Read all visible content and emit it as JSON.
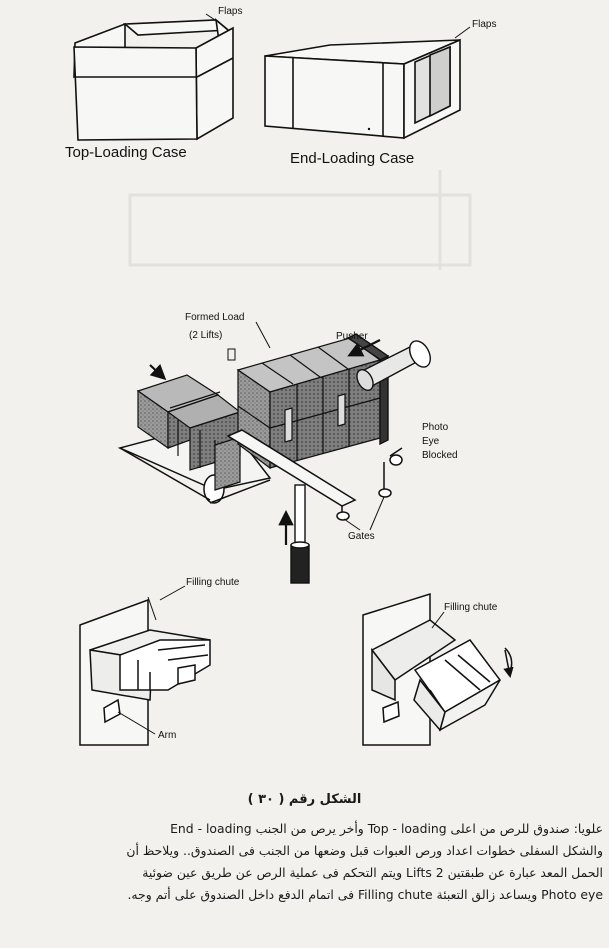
{
  "labels": {
    "flaps_left": "Flaps",
    "flaps_right": "Flaps",
    "top_loading": "Top-Loading Case",
    "end_loading": "End-Loading Case",
    "formed_load": "Formed Load",
    "two_lifts": "(2 Lifts)",
    "pusher": "Pusher",
    "photo": "Photo",
    "eye": "Eye",
    "blocked": "Blocked",
    "gates": "Gates",
    "filling_chute_left": "Filling chute",
    "filling_chute_right": "Filling chute",
    "arm": "Arm"
  },
  "caption": {
    "figure_number": "الشكل رقم ( ٣٠ )",
    "lines": [
      "علويا: صندوق للرص من اعلى Top - loading وأخر يرص من الجنب End - loading",
      "والشكل السفلى خطوات اعداد ورص العبوات قبل وضعها من الجنب فى الصندوق.. ويلاحظ أن",
      "الحمل المعد عبارة عن طبقتين Lifts 2 ويتم التحكم فى عملية الرص عن طريق عين ضوئية",
      "Photo eye ويساعد زالق التعبئة Filling chute فى اتمام الدفع داخل الصندوق على أتم وجه."
    ]
  },
  "colors": {
    "ink": "#1a1a1a",
    "paper": "#f2f1ee",
    "box_shade": "#9a9a9a"
  }
}
